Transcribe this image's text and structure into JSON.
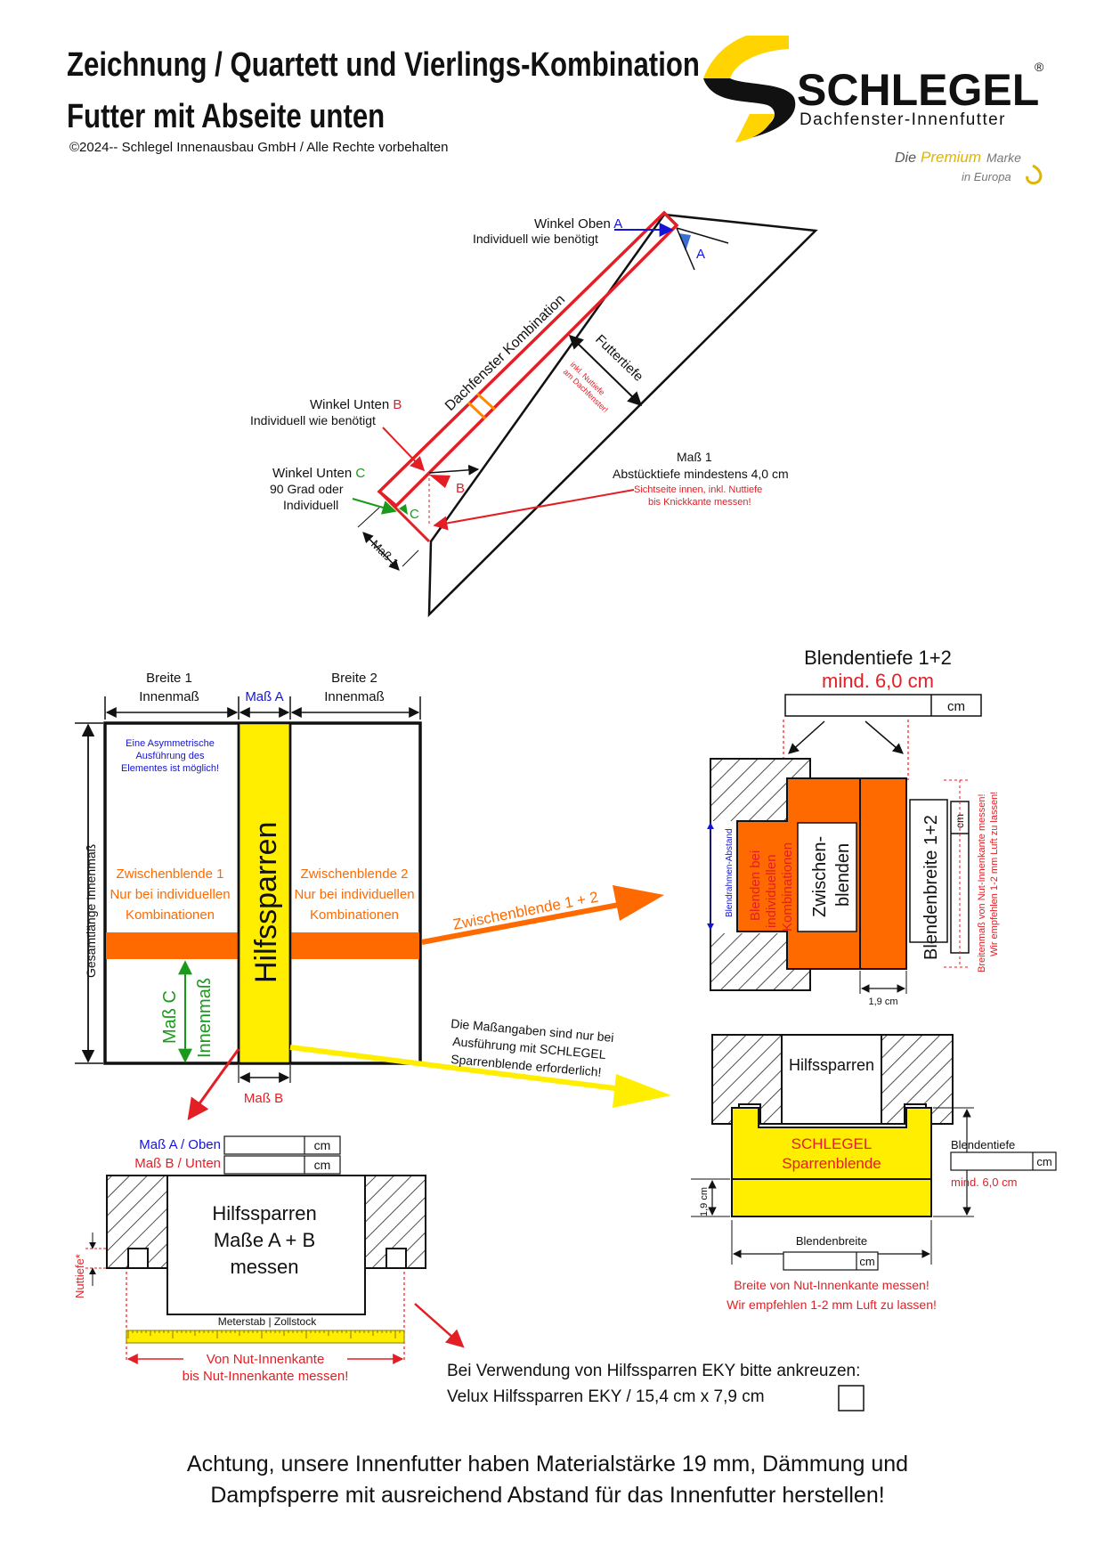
{
  "header": {
    "title_line1": "Zeichnung / Quartett und Vierlings-Kombination",
    "title_line2": "Futter mit Abseite unten",
    "copyright": "©2024-- Schlegel Innenausbau GmbH / Alle Rechte vorbehalten"
  },
  "logo": {
    "brand": "SCHLEGEL",
    "registered": "®",
    "subtitle": "Dachfenster-Innenfutter",
    "tagline_die": "Die",
    "tagline_premium": "Premium",
    "tagline_marke": "Marke",
    "tagline_europa": "in Europa",
    "colors": {
      "yellow": "#ffd400",
      "black": "#111111"
    }
  },
  "section_view": {
    "winkel_oben_label": "Winkel Oben",
    "winkel_oben_letter": "A",
    "winkel_oben_desc": "Individuell wie benötigt",
    "winkel_unten_b_label": "Winkel Unten",
    "winkel_unten_b_letter": "B",
    "winkel_unten_b_desc": "Individuell wie benötigt",
    "winkel_unten_c_label": "Winkel Unten",
    "winkel_unten_c_letter": "C",
    "winkel_unten_c_desc1": "90 Grad oder",
    "winkel_unten_c_desc2": "Individuell",
    "dachfenster_label": "Dachfenster Kombination",
    "futtertiefe_label": "Futtertiefe",
    "futtertiefe_note1": "inkl. Nuttiefe",
    "futtertiefe_note2": "am Dachfenster!",
    "mass1_title": "Maß 1",
    "mass1_desc": "Abstücktiefe mindestens 4,0 cm",
    "mass1_note1": "Sichtseite innen, inkl. Nuttiefe",
    "mass1_note2": "bis Knickkante messen!",
    "mass1_dim_label": "Maß 1",
    "angle_a": "A",
    "angle_b": "B",
    "angle_c": "C"
  },
  "front_view": {
    "breite1_l1": "Breite 1",
    "breite1_l2": "Innenmaß",
    "mass_a": "Maß A",
    "breite2_l1": "Breite 2",
    "breite2_l2": "Innenmaß",
    "asym_note": [
      "Eine Asymmetrische",
      "Ausführung  des",
      "Elementes ist möglich!"
    ],
    "gesamtlaenge": "Gesamtlänge Innenmaß",
    "hilfssparren": "Hilfssparren",
    "zw1": [
      "Zwischenblende 1",
      "Nur bei individuellen",
      "Kombinationen"
    ],
    "zw2": [
      "Zwischenblende 2",
      "Nur bei individuellen",
      "Kombinationen"
    ],
    "mass_c": "Maß C",
    "mass_c_innen": "Innenmaß",
    "mass_b": "Maß B"
  },
  "zw_arrow_label": "Zwischenblende 1 + 2",
  "blende_detail": {
    "tiefe_title": "Blendentiefe 1+2",
    "tiefe_min": "mind. 6,0 cm",
    "unit_cm": "cm",
    "blendrahmen": "Blendrahmen-Abstand",
    "blenden_note": [
      "Blenden bei",
      "individuellen",
      "Kombinationen"
    ],
    "zwischenblenden": [
      "Zwischen-",
      "blenden"
    ],
    "blendenbreite": "Blendenbreite 1+2",
    "breite_note1": "Breitenmaß von Nut-Innenkante messen!",
    "breite_note2": "Wir empfehlen 1-2 mm Luft zu lassen!",
    "dim_19": "1,9 cm"
  },
  "sparren_note": [
    "Die Maßangaben sind nur bei",
    "Ausführung mit SCHLEGEL",
    "Sparrenblende erforderlich!"
  ],
  "sparren_detail": {
    "hilfssparren": "Hilfssparren",
    "sb_line1": "SCHLEGEL",
    "sb_line2": "Sparrenblende",
    "blendentiefe": "Blendentiefe",
    "unit_cm": "cm",
    "min": "mind. 6,0 cm",
    "dim_19": "1,9 cm",
    "blendenbreite": "Blendenbreite",
    "note1": "Breite von Nut-Innenkante messen!",
    "note2": "Wir empfehlen 1-2 mm Luft zu lassen!"
  },
  "hs_detail": {
    "mass_a_oben": "Maß A / Oben",
    "mass_b_unten": "Maß B / Unten",
    "unit_cm": "cm",
    "text": [
      "Hilfssparren",
      "Maße A + B",
      "messen"
    ],
    "nuttiefe": "Nuttiefe*",
    "meterstab": "Meterstab | Zollstock",
    "von1": "Von Nut-Innenkante",
    "von2": "bis Nut-Innenkante messen!"
  },
  "eky": {
    "question": "Bei Verwendung von Hilfssparren EKY bitte ankreuzen:",
    "velux": "Velux Hilfssparren EKY / 15,4 cm x 7,9 cm"
  },
  "footer": {
    "line1": "Achtung, unsere Innenfutter haben Materialstärke 19 mm, Dämmung und",
    "line2": "Dampfsperre mit ausreichend Abstand für das Innenfutter herstellen!"
  },
  "colors": {
    "red": "#e31e24",
    "orange": "#ff6a00",
    "yellow": "#ffee00",
    "blue": "#1414d8",
    "green": "#1a9a1a",
    "dark_red": "#cc1111"
  }
}
